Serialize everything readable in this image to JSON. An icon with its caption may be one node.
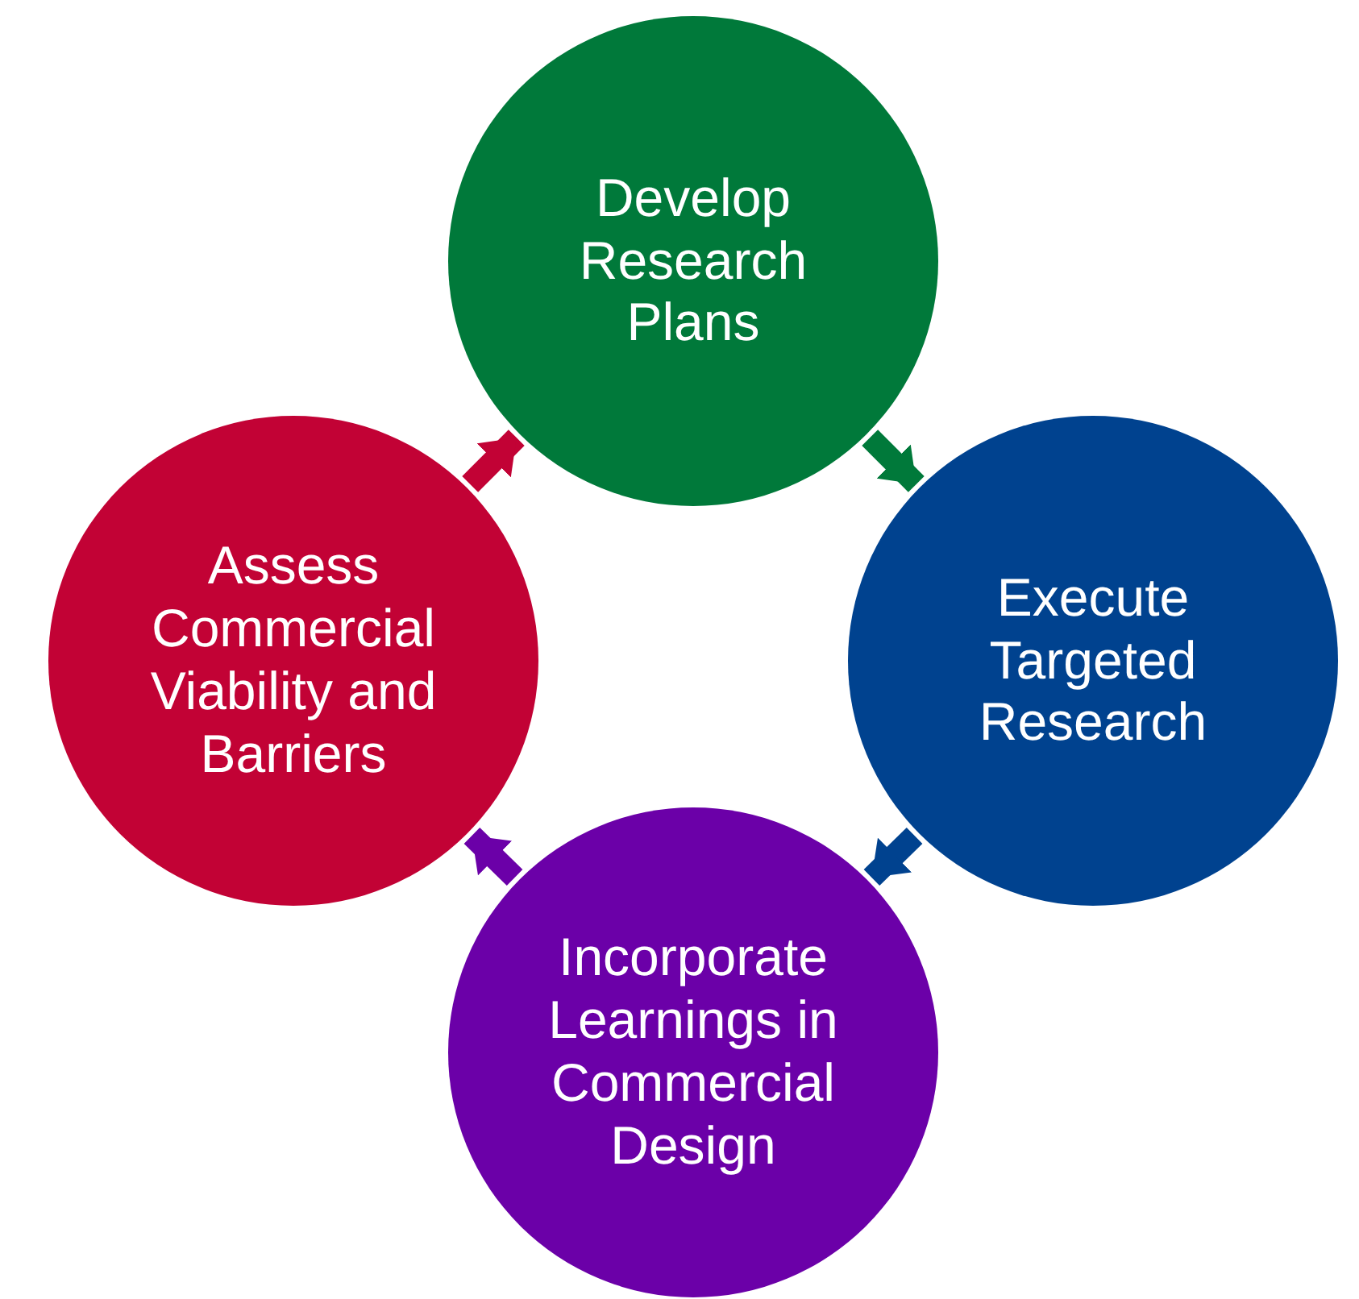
{
  "diagram": {
    "nodes": [
      {
        "text": [
          "Develop Research Plans"
        ]
      },
      {
        "text": [
          "Execute Targeted Research"
        ]
      },
      {
        "text": [
          "Incorporate Learnings in Commercial Design"
        ]
      },
      {
        "text": [
          "Assess Commercial Viability and Barriers"
        ]
      }
    ],
    "edges": [
      {
        "from": 0,
        "to": 1,
        "arrow": "to",
        "color": "#00793a"
      },
      {
        "from": 1,
        "to": 2,
        "arrow": "to",
        "color": "#00428f"
      },
      {
        "from": 2,
        "to": 3,
        "arrow": "to",
        "color": "#6b00a8"
      },
      {
        "from": 3,
        "to": 0,
        "arrow": "to",
        "color": "#c20235"
      }
    ]
  }
}
